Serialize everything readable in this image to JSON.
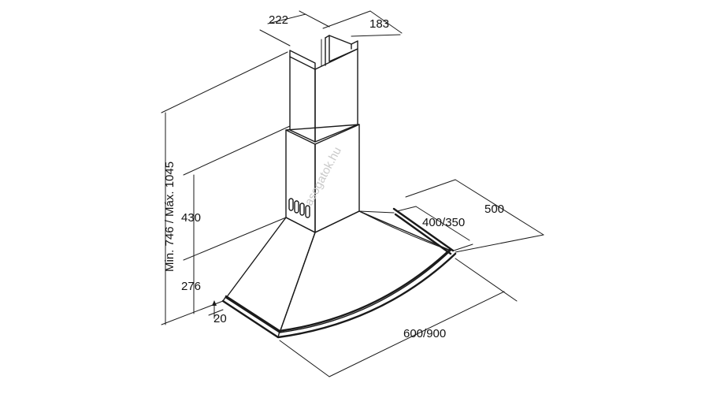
{
  "diagram": {
    "dimensions": {
      "chimney_width": "222",
      "chimney_depth": "183",
      "total_height": "Min. 746 / Máx. 1045",
      "upper_height": "430",
      "lower_height": "276",
      "rim_height": "20",
      "depth_outer": "500",
      "depth_inner": "400/350",
      "width": "600/900"
    },
    "watermark": "asogatok.hu"
  },
  "colors": {
    "line": "#1a1a1a",
    "text": "#111111",
    "watermark": "#c9c9c9",
    "background": "#ffffff"
  }
}
